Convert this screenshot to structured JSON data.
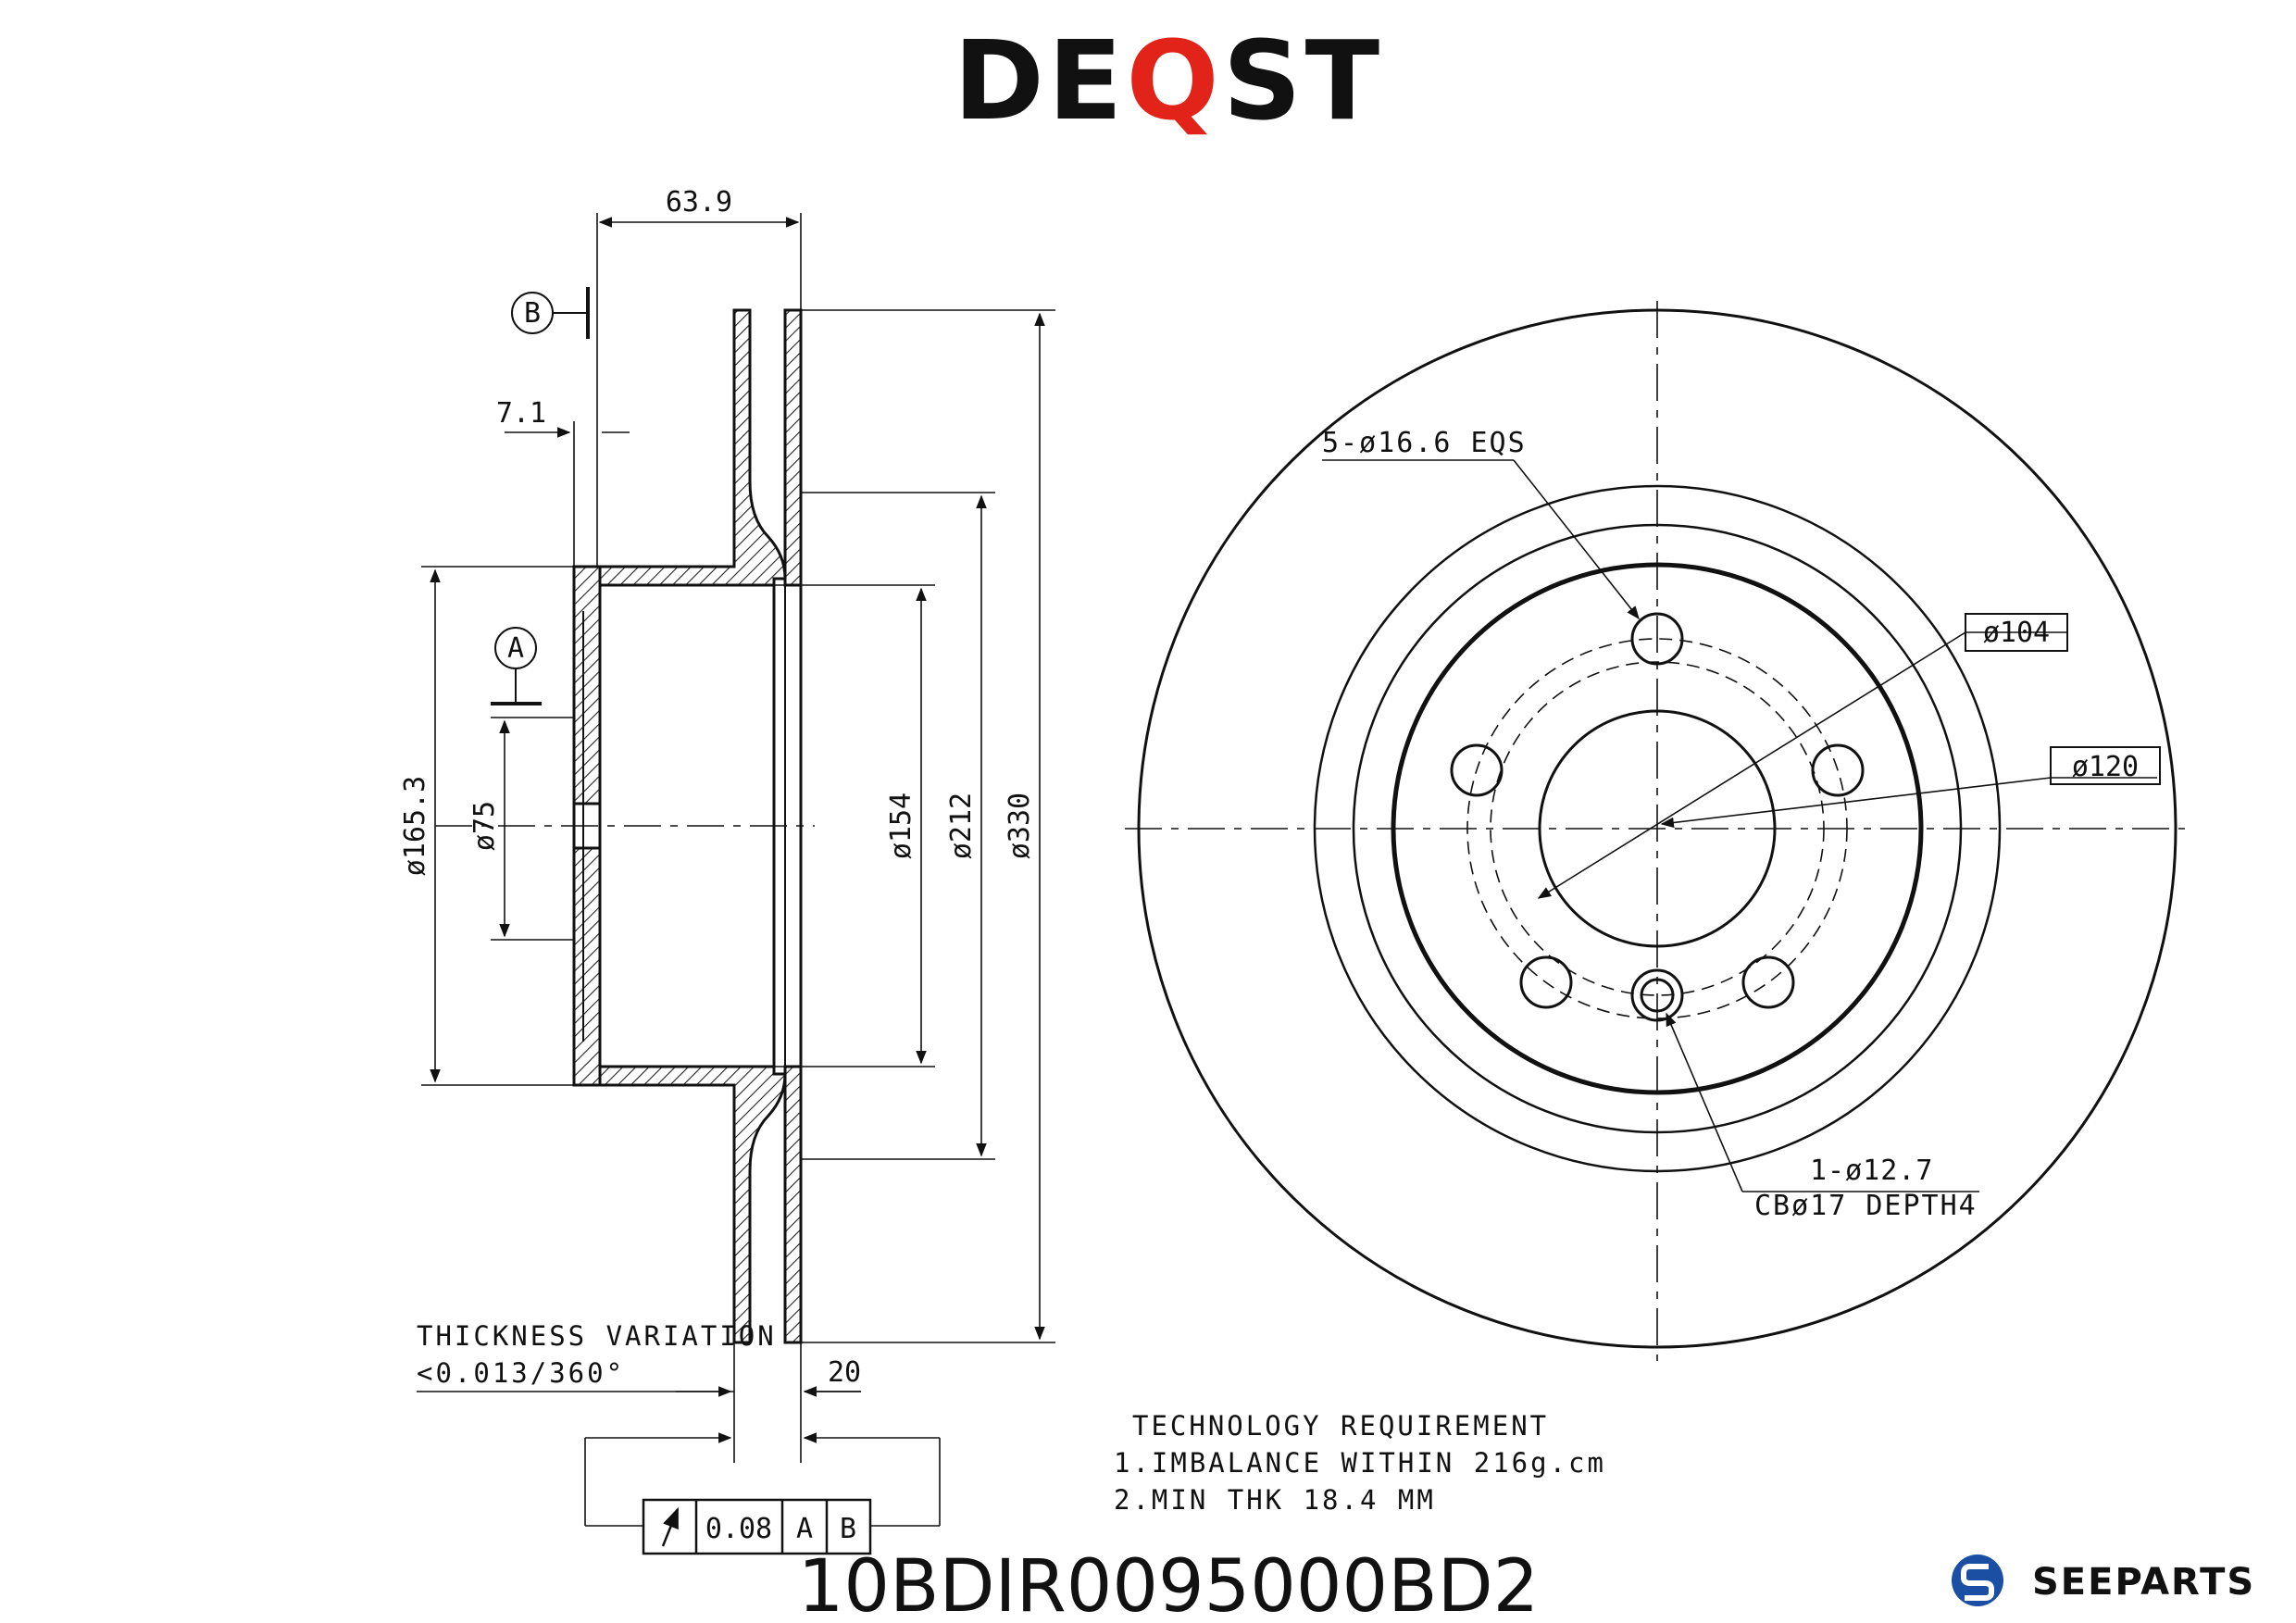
{
  "brand": {
    "prefix": "DE",
    "highlight": "Q",
    "suffix": "ST",
    "highlight_color": "#e2231a",
    "text_color": "#111111"
  },
  "part_number": "10BDIR0095000BD2",
  "seeparts": {
    "name": "SEEPARTS",
    "icon": "seeparts-logo-icon",
    "color": "#1a4fa3"
  },
  "side_view": {
    "dims": {
      "offset": "63.9",
      "lip": "7.1",
      "hub": "ø165.3",
      "bore": "ø75",
      "d154": "ø154",
      "d212": "ø212",
      "d330": "ø330",
      "thickness": "20"
    },
    "datum_a": "A",
    "datum_b": "B",
    "thickness_variation": {
      "label": "THICKNESS VARIATION",
      "value": "<0.013/360°"
    },
    "runout": {
      "value": "0.08",
      "ref_a": "A",
      "ref_b": "B",
      "icon": "runout-arrow-icon"
    }
  },
  "front_view": {
    "holes": "5-ø16.6 EQS",
    "pcd": "ø104",
    "hub": "ø120",
    "pin_hole": "1-ø12.7",
    "counterbore": "CBø17 DEPTH4"
  },
  "tech": {
    "title": "TECHNOLOGY REQUIREMENT",
    "items": [
      "1.IMBALANCE WITHIN 216g.cm",
      "2.MIN THK 18.4 MM"
    ]
  }
}
